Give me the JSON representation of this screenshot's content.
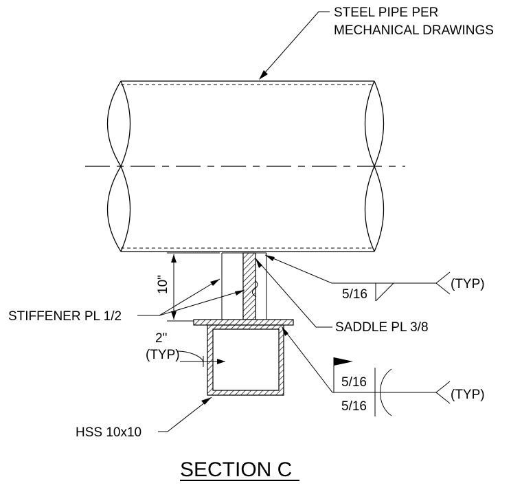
{
  "labels": {
    "pipe_line1": "STEEL PIPE PER",
    "pipe_line2": "MECHANICAL DRAWINGS",
    "weld_top_size": "5/16",
    "weld_top_typ": "(TYP)",
    "saddle": "SADDLE PL 3/8",
    "stiffener": "STIFFENER PL 1/2",
    "dim_height": "10\"",
    "dim_offset": "2\"",
    "dim_offset_typ": "(TYP)",
    "weld_bottom_size_top": "5/16",
    "weld_bottom_size_bottom": "5/16",
    "weld_bottom_typ": "(TYP)",
    "hss": "HSS 10x10",
    "section_title": "SECTION C"
  }
}
